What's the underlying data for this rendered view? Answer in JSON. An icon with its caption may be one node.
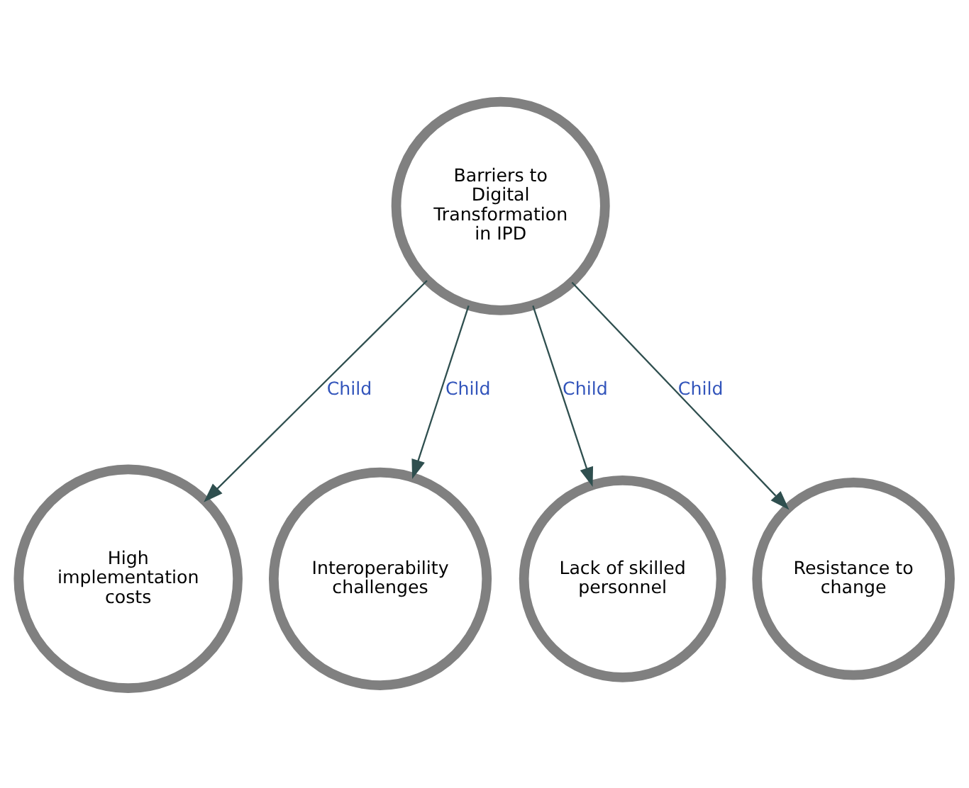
{
  "diagram": {
    "nodes": [
      {
        "text": [
          "Barriers to Digital Transformation in IPD"
        ]
      },
      {
        "text": [
          "High implementation costs"
        ]
      },
      {
        "text": [
          "Interoperability challenges"
        ]
      },
      {
        "text": [
          "Lack of skilled personnel"
        ]
      },
      {
        "text": [
          "Resistance to change"
        ]
      }
    ],
    "edges": [
      {
        "from": 0,
        "to": 1,
        "arrow": "to",
        "label": "Child"
      },
      {
        "from": 0,
        "to": 2,
        "arrow": "to",
        "label": "Child"
      },
      {
        "from": 0,
        "to": 3,
        "arrow": "to",
        "label": "Child"
      },
      {
        "from": 0,
        "to": 4,
        "arrow": "to",
        "label": "Child"
      }
    ]
  }
}
